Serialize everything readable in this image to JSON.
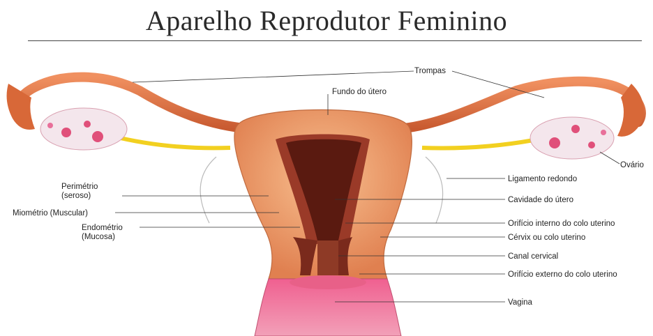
{
  "title": "Aparelho Reprodutor Feminino",
  "labels": {
    "trompas": "Trompas",
    "fundo": "Fundo do útero",
    "ovario": "Ovário",
    "ligamento": "Ligamento redondo",
    "cavidade": "Cavidade do útero",
    "orificio_interno": "Orifício interno do colo uterino",
    "cervix": "Cérvix ou colo uterino",
    "canal": "Canal cervical",
    "orificio_externo": "Orifício externo do colo uterino",
    "vagina": "Vagina",
    "perimetrio_1": "Perimétrio",
    "perimetrio_2": "(seroso)",
    "miometrio": "Miométrio (Muscular)",
    "endometrio_1": "Endométrio",
    "endometrio_2": "(Mucosa)"
  },
  "colors": {
    "tube": "#e07a4a",
    "uterus_outer": "#f0a070",
    "cavity": "#5a1a10",
    "ovary": "#f4e6ec",
    "follicle": "#e0507a",
    "ligament": "#f2d020",
    "vagina": "#e04878"
  }
}
